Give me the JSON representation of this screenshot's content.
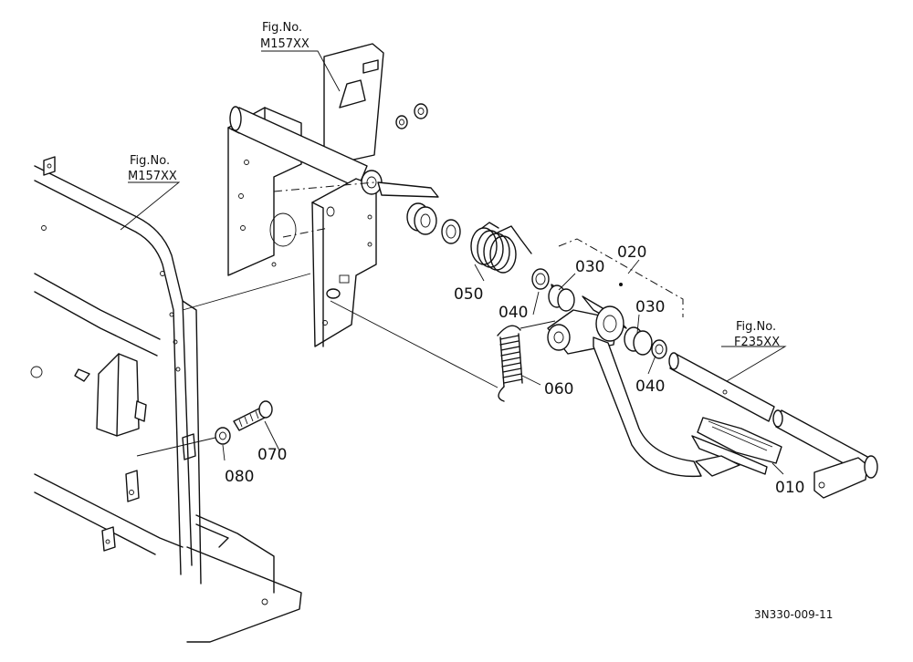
{
  "figure_refs": [
    {
      "line1": "Fig.No.",
      "line2": "M157XX"
    },
    {
      "line1": "Fig.No.",
      "line2": "M157XX"
    },
    {
      "line1": "Fig.No.",
      "line2": "F235XX"
    }
  ],
  "parts": [
    "010",
    "020",
    "030",
    "030",
    "040",
    "040",
    "050",
    "060",
    "070",
    "080"
  ],
  "diagram_code": "3N330-009-11"
}
